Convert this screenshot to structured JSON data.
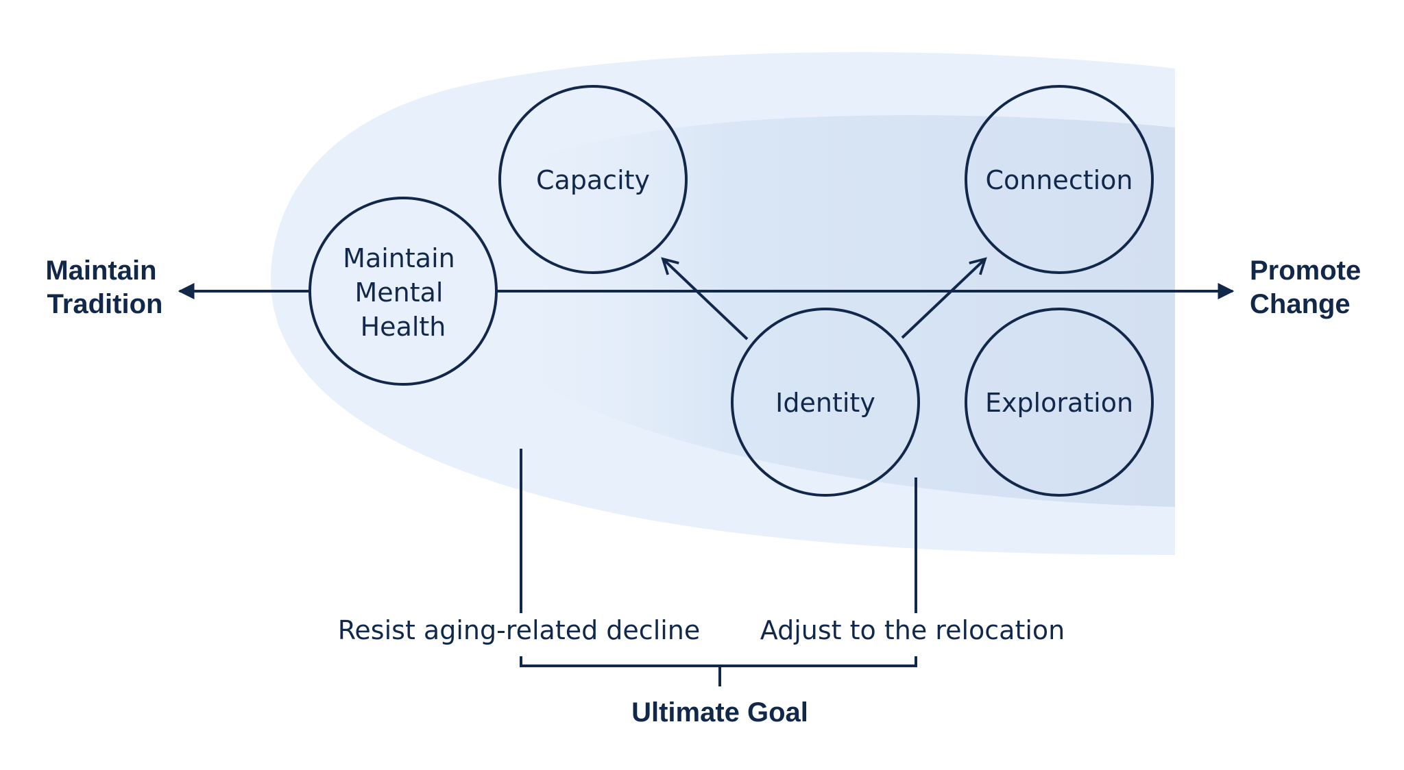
{
  "poles": {
    "left": [
      "Maintain",
      "Tradition"
    ],
    "right": [
      "Promote",
      "Change"
    ]
  },
  "nodes": {
    "mental_health": [
      "Maintain",
      "Mental",
      "Health"
    ],
    "capacity": "Capacity",
    "connection": "Connection",
    "identity": "Identity",
    "exploration": "Exploration"
  },
  "goals": {
    "left": "Resist aging-related decline",
    "right": "Adjust to the relocation",
    "ultimate": "Ultimate Goal"
  },
  "colors": {
    "ink": "#12284a",
    "outer_region": "#e8f0fb",
    "inner_region": "#d6e3f3"
  }
}
